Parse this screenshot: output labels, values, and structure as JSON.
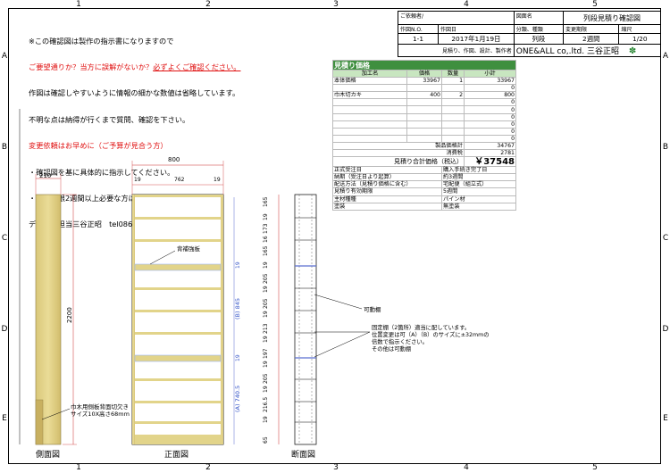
{
  "ruler": {
    "columns": [
      "1",
      "2",
      "3",
      "4",
      "5"
    ],
    "rows": [
      "A",
      "B",
      "C",
      "D",
      "E"
    ]
  },
  "notes": {
    "line1": "※この確認図は製作の指示書になりますので",
    "line2a": "ご要望通りか？当方に誤解がないか？",
    "line2b": "必ずよくご確認ください。",
    "line3": "作図は確認しやすいように情報の細かな数値は省略しています。",
    "line4": "不明な点は納得が行くまで質問、確認を下さい。",
    "line5": "変更依頼はお早めに（ご予算が見合う方）",
    "line6": "・確認図を基に具体的に指示してください。",
    "line7": "・変更期限2週間以上必要な方はご連絡ください。",
    "line8": "デザイン担当三谷正昭　tel0868-36-8950"
  },
  "title_block": {
    "client_label": "ご依頼者/",
    "drawing_name_label": "図面名",
    "drawing_name": "列段見積り確認図",
    "drawing_no_label": "作図N.O.",
    "drawing_no": "1-1",
    "date_label": "作図日",
    "date": "2017年1月19日",
    "category_label": "分類、種類",
    "category": "列段",
    "deadline_label": "変更期限",
    "deadline": "2週間",
    "scale_label": "縮尺",
    "scale": "1/20",
    "footer_desc": "見積り、作図、設計、製作者",
    "company": "ONE&ALL co,.ltd. 三谷正昭"
  },
  "estimate": {
    "title": "見積り価格",
    "headers": [
      "加工名",
      "価格",
      "数量",
      "小計"
    ],
    "rows": [
      {
        "name": "本体価格",
        "price": "33967",
        "qty": "1",
        "subtotal": "33967"
      },
      {
        "name": "",
        "price": "",
        "qty": "",
        "subtotal": "0"
      },
      {
        "name": "巾木切カキ",
        "price": "400",
        "qty": "2",
        "subtotal": "800"
      },
      {
        "name": "",
        "price": "",
        "qty": "",
        "subtotal": "0"
      },
      {
        "name": "",
        "price": "",
        "qty": "",
        "subtotal": "0"
      },
      {
        "name": "",
        "price": "",
        "qty": "",
        "subtotal": "0"
      },
      {
        "name": "",
        "price": "",
        "qty": "",
        "subtotal": "0"
      },
      {
        "name": "",
        "price": "",
        "qty": "",
        "subtotal": "0"
      },
      {
        "name": "",
        "price": "",
        "qty": "",
        "subtotal": "0"
      }
    ],
    "product_total_label": "製品価格計",
    "product_total": "34767",
    "tax_label": "消費税",
    "tax": "2781",
    "grand_label": "見積り合計価格（税込）",
    "grand_total": "￥37548",
    "info": [
      {
        "label": "正式受注日",
        "value": "購入手続き完了日"
      },
      {
        "label": "納期（受注日より起算）",
        "value": "約3週間"
      },
      {
        "label": "配送方法（見積り価格に含む）",
        "value": "宅配便（組立式）"
      },
      {
        "label": "見積り有効期限",
        "value": "5週間"
      },
      {
        "label": "主材種種",
        "value": "パイン材"
      },
      {
        "label": "塗装",
        "value": "無塗装"
      }
    ]
  },
  "drawing": {
    "side_label": "側面図",
    "front_label": "正面図",
    "section_label": "断面図",
    "dim_side_depth": "210",
    "dim_height": "2200",
    "dim_width": "800",
    "dim_top_parts": [
      "19",
      "762",
      "19"
    ],
    "back_panel": "背補強板",
    "movable_shelf": "可動棚",
    "fixed_shelf_note_1": "固定棚（2箇所）適当に配しています。",
    "fixed_shelf_note_2": "位置変更は可（A）（B）のサイズに±32mmの",
    "fixed_shelf_note_3": "倍数で指示ください。",
    "fixed_shelf_note_4": "その他は可動棚",
    "skirting_note_1": "巾木用側板背面切欠き",
    "skirting_note_2": "サイズ10X高さ68mm",
    "dim_B": "(B) 845",
    "dim_A": "(A) 740.5",
    "dim_19a": "19",
    "dim_19b": "19",
    "section_dims": [
      "165",
      "19",
      "173",
      "16",
      "165",
      "19",
      "205",
      "19",
      "205",
      "19",
      "213",
      "19",
      "197",
      "19",
      "205",
      "19",
      "216.5",
      "19",
      "65"
    ]
  },
  "colors": {
    "wood": "#e2d48a",
    "wood_dark": "#c8b060",
    "shelf_blue": "#9bb6ff",
    "green_header": "#3f8f3f",
    "red_note": "#e01010",
    "dim_red": "#cc2a2a"
  }
}
